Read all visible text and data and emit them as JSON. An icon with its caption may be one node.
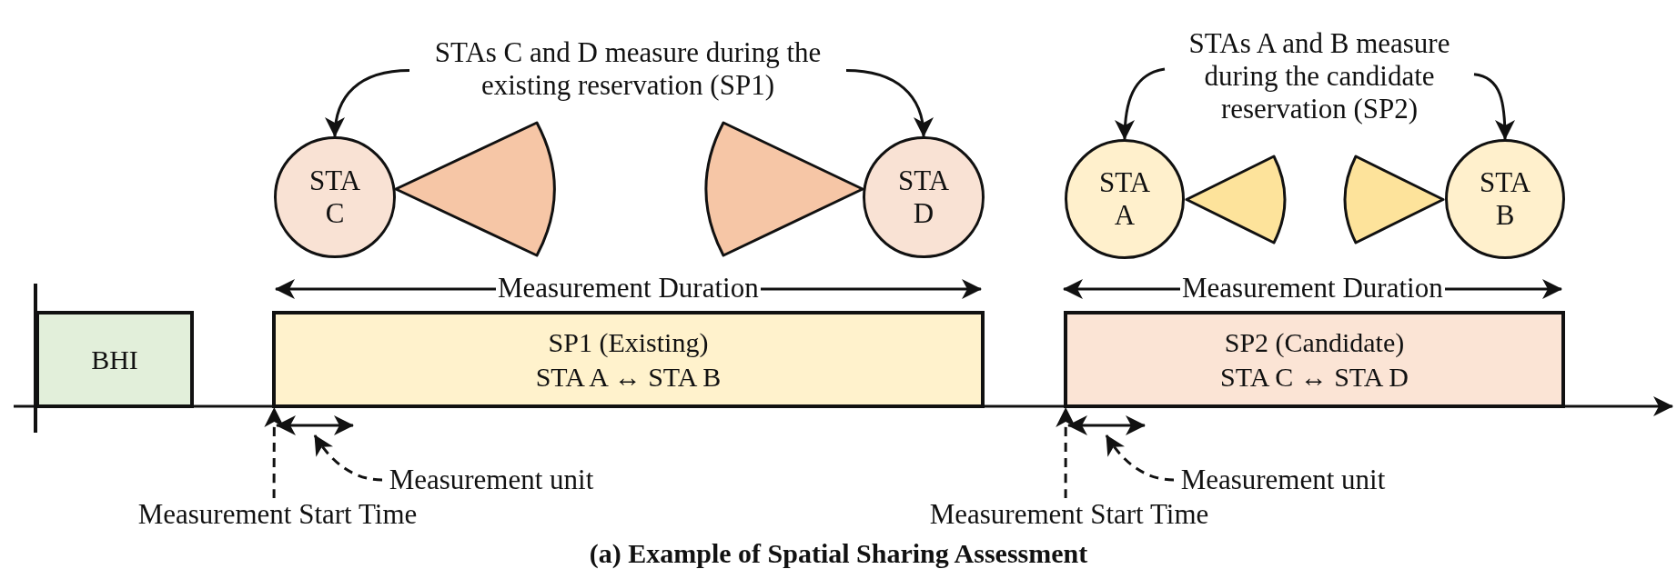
{
  "diagram": {
    "caption": "(a) Example of Spatial Sharing Assessment",
    "nodes": [
      {
        "text": [
          "STAs C and D measure during the existing reservation (SP1)"
        ]
      },
      {
        "text": [
          "STA C"
        ]
      },
      {
        "text": [
          "STA D"
        ]
      },
      {
        "text": [
          "STAs A and B measure during the candidate reservation (SP2)"
        ]
      },
      {
        "text": [
          "STA A"
        ]
      },
      {
        "text": [
          "STA B"
        ]
      },
      {
        "text": [
          "BHI"
        ]
      },
      {
        "text": [
          "SP1 (Existing)",
          "STA A ↔ STA B"
        ],
        "beside": [
          "Measurement Duration"
        ]
      },
      {
        "text": [
          "SP2 (Candidate)",
          "STA C ↔ STA D"
        ],
        "beside": [
          "Measurement Duration"
        ]
      },
      {
        "text": [],
        "shape": "arrow"
      },
      {
        "text": [
          "Measurement unit"
        ]
      },
      {
        "text": [
          "Measurement Start Time"
        ]
      },
      {
        "text": [],
        "shape": "arrow"
      },
      {
        "text": [
          "Measurement Start Time"
        ]
      },
      {
        "text": [
          "Measurement unit"
        ]
      }
    ],
    "edges": [
      {
        "from": 0,
        "to": 1,
        "arrow": "to"
      },
      {
        "from": 0,
        "to": 2,
        "arrow": "to"
      },
      {
        "from": 3,
        "to": 4,
        "arrow": "to"
      },
      {
        "from": 3,
        "to": 5,
        "arrow": "to"
      },
      {
        "from": 10,
        "to": 9,
        "arrow": "to",
        "style": "dashed"
      },
      {
        "from": 11,
        "to": 7,
        "arrow": "to",
        "style": "dashed"
      },
      {
        "from": 13,
        "to": 8,
        "arrow": "to",
        "style": "dashed"
      },
      {
        "from": 14,
        "to": 12,
        "arrow": "to",
        "style": "dashed"
      }
    ]
  }
}
